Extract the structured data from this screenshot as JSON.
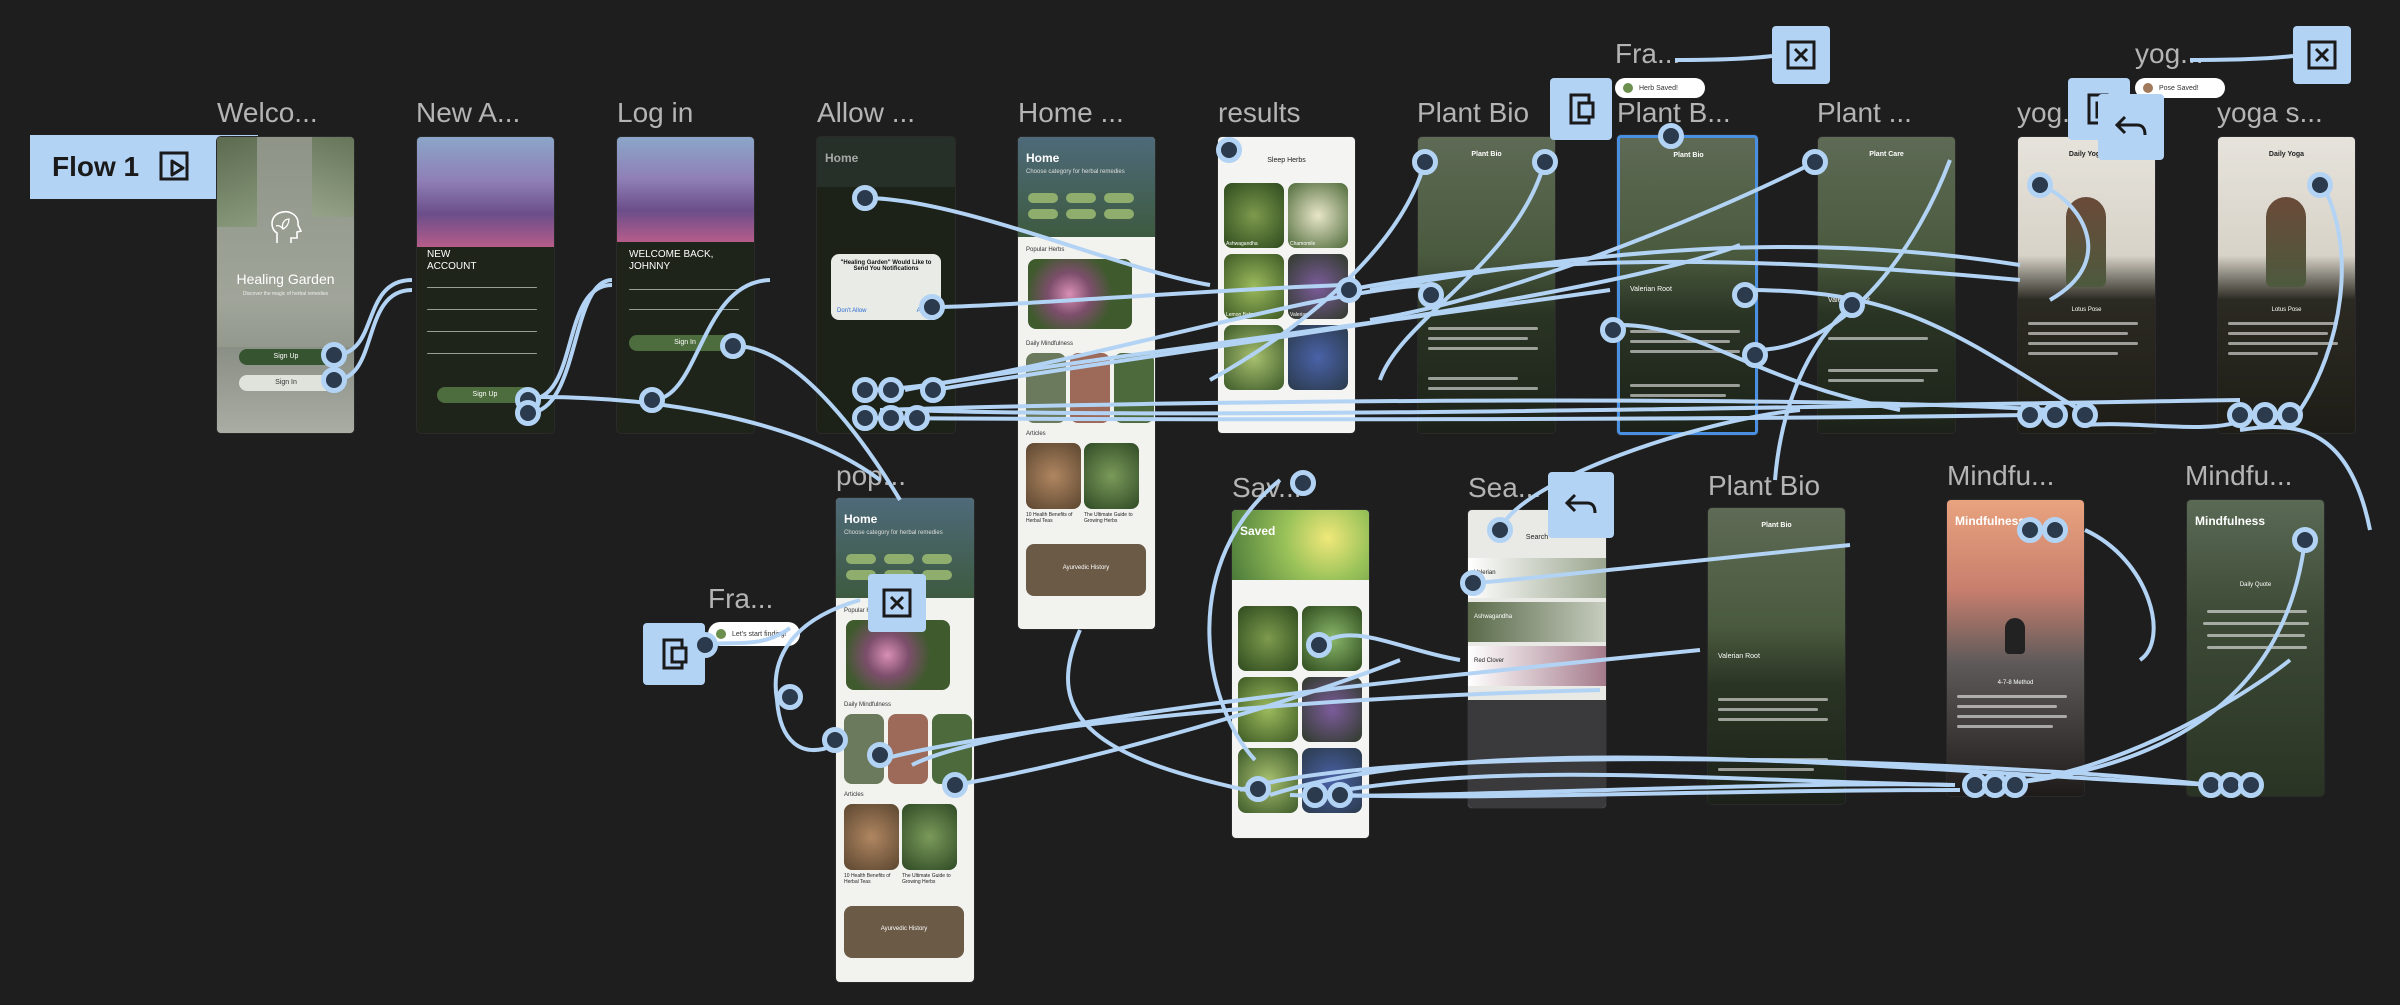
{
  "flow": {
    "label": "Flow 1"
  },
  "frames": [
    {
      "id": "welcome",
      "title": "Welco...",
      "app_name": "Healing Garden",
      "tagline": "Discover the magic of herbal remedies",
      "btn1": "Sign Up",
      "btn2": "Sign In"
    },
    {
      "id": "new-account",
      "title": "New A...",
      "heading": "NEW ACCOUNT",
      "btn": "Sign Up"
    },
    {
      "id": "login",
      "title": "Log in",
      "heading": "WELCOME BACK, JOHNNY",
      "btn": "Sign In"
    },
    {
      "id": "allow",
      "title": "Allow ...",
      "header": "Home",
      "dialog": "\"Healing Garden\" Would Like to Send You Notifications",
      "dont_allow": "Don't Allow",
      "allow": "Allow"
    },
    {
      "id": "home",
      "title": "Home ...",
      "header": "Home",
      "sub": "Choose category for herbal remedies",
      "popular": "Popular Herbs",
      "mindful": "Daily Mindfulness",
      "articles": "Articles",
      "article1": "10 Health Benefits of Herbal Teas",
      "article2": "The Ultimate Guide to Growing Herbs",
      "ayurvedic": "Ayurvedic History"
    },
    {
      "id": "results",
      "title": "results",
      "header": "Sleep Herbs",
      "items": [
        "Ashwagandha",
        "Chamomile",
        "Lemon Balm",
        "Valerian"
      ]
    },
    {
      "id": "plant-bio-1",
      "title": "Plant Bio",
      "header": "Plant Bio"
    },
    {
      "id": "plant-bio-2",
      "title": "Plant B...",
      "header": "Plant Bio",
      "name": "Valerian Root"
    },
    {
      "id": "plant-3",
      "title": "Plant ...",
      "header": "Plant Care",
      "name": "Valerian Root"
    },
    {
      "id": "yoga-1",
      "title": "yog...",
      "header": "Daily Yoga",
      "pose": "Lotus Pose"
    },
    {
      "id": "yoga-2",
      "title": "yoga s...",
      "header": "Daily Yoga",
      "pose": "Lotus Pose"
    },
    {
      "id": "popup",
      "title": "pop...",
      "header": "Home",
      "sub": "Choose category for herbal remedies",
      "popular": "Popular Herbs",
      "mindful": "Daily Mindfulness",
      "articles": "Articles",
      "article1": "10 Health Benefits of Herbal Teas",
      "article2": "The Ultimate Guide to Growing Herbs",
      "ayurvedic": "Ayurvedic History"
    },
    {
      "id": "saved",
      "title": "Sav...",
      "header": "Saved"
    },
    {
      "id": "search",
      "title": "Sea...",
      "header": "Search",
      "items": [
        "Valerian",
        "Ashwagandha",
        "Red Clover"
      ]
    },
    {
      "id": "plant-bio-3",
      "title": "Plant Bio",
      "header": "Plant Bio",
      "name": "Valerian Root"
    },
    {
      "id": "mindful-1",
      "title": "Mindfu...",
      "header": "Mindfulness",
      "technique": "4-7-8 Method"
    },
    {
      "id": "mindful-2",
      "title": "Mindfu...",
      "header": "Mindfulness",
      "quote_title": "Daily Quote"
    }
  ],
  "overlays": [
    {
      "id": "fra-1",
      "title": "Fra...",
      "note": "Herb Saved!"
    },
    {
      "id": "yog-overlay",
      "title": "yog...",
      "note": "Pose Saved!"
    },
    {
      "id": "fra-2",
      "title": "Fra...",
      "note": "Let's start finding!"
    }
  ],
  "colors": {
    "canvas": "#1e1e1e",
    "accent": "#b3d3f5",
    "selected": "#4a90e2",
    "app_green": "#6d8f4e",
    "app_dark": "#232a20"
  }
}
